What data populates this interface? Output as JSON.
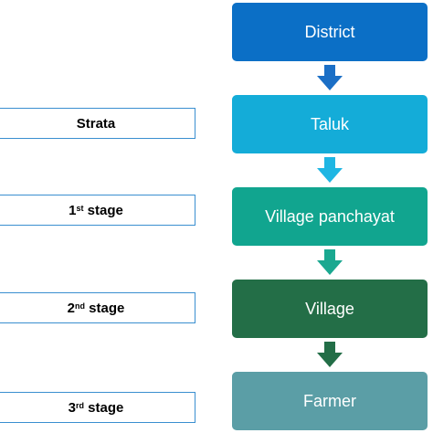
{
  "flow": {
    "nodes": [
      {
        "label": "District",
        "color": "#0b6fc6"
      },
      {
        "label": "Taluk",
        "color": "#14acd8"
      },
      {
        "label": "Village panchayat",
        "color": "#11a58f"
      },
      {
        "label": "Village",
        "color": "#236e47"
      },
      {
        "label": "Farmer",
        "color": "#5b9ea6"
      }
    ],
    "arrow_colors": [
      "#1b6fc6",
      "#1fb6e3",
      "#1aa890",
      "#236e47"
    ]
  },
  "stages": [
    {
      "label": "Strata",
      "ordinal": "",
      "suffix": ""
    },
    {
      "label": " stage",
      "ordinal": "1",
      "suffix": "st"
    },
    {
      "label": " stage",
      "ordinal": "2",
      "suffix": "nd"
    },
    {
      "label": " stage",
      "ordinal": "3",
      "suffix": "rd"
    }
  ],
  "colors": {
    "stage_border": "#3a8fd0"
  }
}
